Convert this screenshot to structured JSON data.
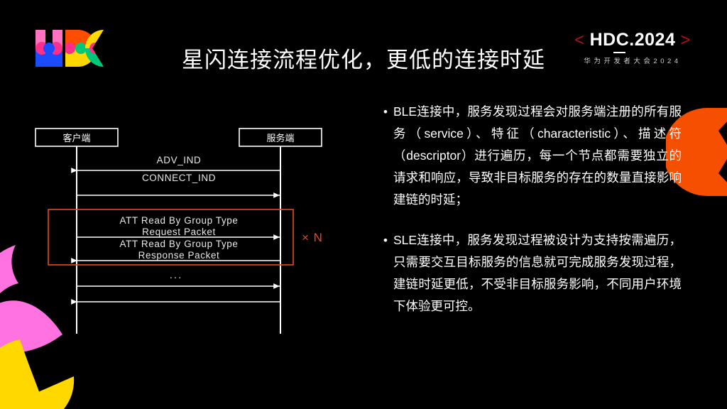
{
  "slide": {
    "title": "星闪连接流程优化，更低的连接时延",
    "background_color": "#000000"
  },
  "brand": {
    "logo_name": "MDC",
    "hdc_left_bracket": "<",
    "hdc_label": "HDC.2024",
    "hdc_right_bracket": ">",
    "hdc_subtitle": "华为开发者大会2024",
    "bracket_color": "#b00d1e"
  },
  "diagram": {
    "type": "sequence",
    "lanes": [
      {
        "id": "client",
        "label": "客户端"
      },
      {
        "id": "server",
        "label": "服务端"
      }
    ],
    "messages": [
      {
        "label": "ADV_IND",
        "from": "server",
        "to": "client",
        "direction": "left"
      },
      {
        "label": "CONNECT_IND",
        "from": "client",
        "to": "server",
        "direction": "right"
      },
      {
        "label": "ATT Read By Group Type Request Packet",
        "from": "client",
        "to": "server",
        "direction": "right"
      },
      {
        "label": "ATT Read By Group Type Response Packet",
        "from": "server",
        "to": "client",
        "direction": "left"
      },
      {
        "label": "...",
        "from": "client",
        "to": "server",
        "direction": "right"
      },
      {
        "label": "",
        "from": "server",
        "to": "client",
        "direction": "left"
      }
    ],
    "repeat_group": {
      "label": "× N",
      "color": "#e8491c",
      "covers": [
        "ATT Read By Group Type Request Packet",
        "ATT Read By Group Type Response Packet"
      ]
    },
    "ellipsis": "..."
  },
  "bullets": [
    {
      "marker": "•",
      "text": "BLE连接中，服务发现过程会对服务端注册的所有服务（service）、特征（characteristic）、描述符（descriptor）进行遍历，每一个节点都需要独立的请求和响应，导致非目标服务的存在的数量直接影响建链的时延；"
    },
    {
      "marker": "•",
      "text": "SLE连接中，服务发现过程被设计为支持按需遍历，只需要交互目标服务的信息就可完成服务发现过程，建链时延更低，不受非目标服务影响，不同用户环境下体验更可控。"
    }
  ],
  "decorations": {
    "orange_shape_color": "#f74f00",
    "pink_shape_color": "#ff72e0",
    "yellow_shape_color": "#ffd800",
    "logo_colors": [
      "#ff72c0",
      "#ff4d00",
      "#ffd800",
      "#1b4cff",
      "#00c878",
      "#ff2e8b"
    ]
  }
}
